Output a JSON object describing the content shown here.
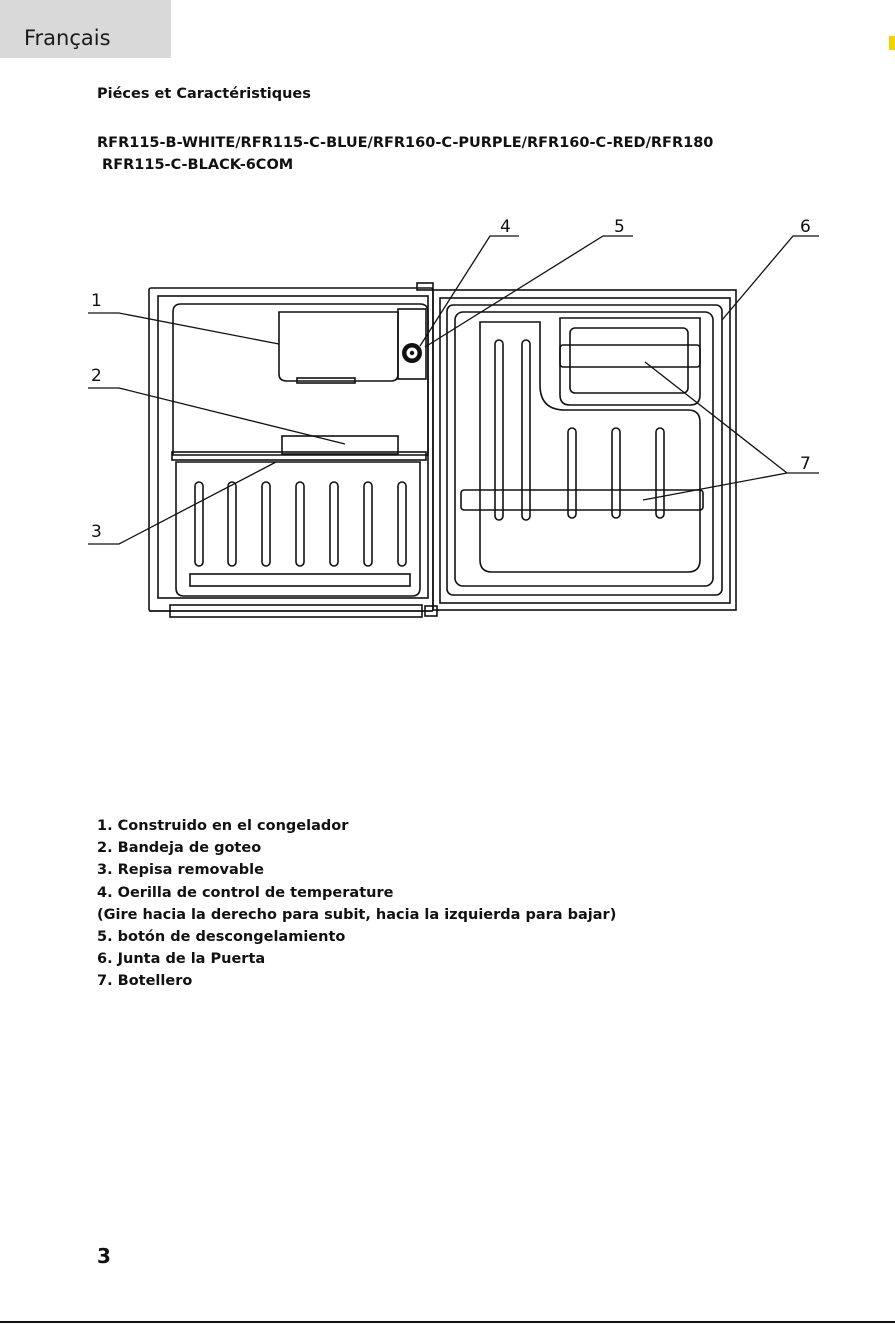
{
  "header": {
    "language_tab": "Français"
  },
  "section_title": "Piéces et Caractéristiques",
  "models": [
    "RFR115-B-WHITE/RFR115-C-BLUE/RFR160-C-PURPLE/RFR160-C-RED/RFR180",
    " RFR115-C-BLACK-6COM"
  ],
  "diagram": {
    "callouts": [
      "1",
      "2",
      "3",
      "4",
      "5",
      "6",
      "7"
    ]
  },
  "parts": [
    "1. Construido en el congelador",
    "2. Bandeja de goteo",
    "3. Repisa removable",
    "4. Oerilla de control de temperature",
    "(Gire hacia la derecho para subit, hacia la izquierda para bajar)",
    "5. botón de descongelamiento",
    "6. Junta de la Puerta",
    "7. Botellero"
  ],
  "footer": {
    "page_number": "3"
  }
}
